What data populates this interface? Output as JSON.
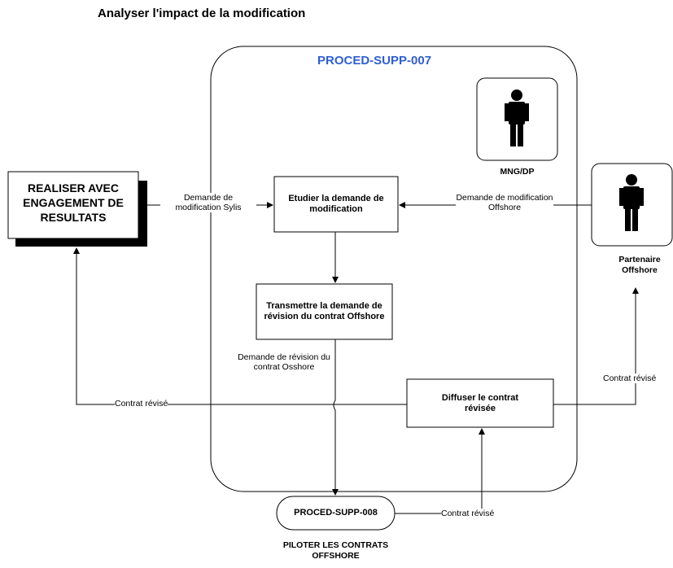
{
  "title": "Analyser l'impact de la modification",
  "process": {
    "id": "PROCED-SUPP-007"
  },
  "left_box": {
    "label": "REALISER AVEC ENGAGEMENT DE RESULTATS"
  },
  "actors": {
    "internal": {
      "label": "MNG/DP",
      "icon": "person-icon"
    },
    "partner": {
      "label": "Partenaire Offshore",
      "icon": "person-icon"
    }
  },
  "activities": {
    "study": "Etudier la demande de modification",
    "transmit": "Transmettre la demande de révision du contrat Offshore",
    "diffuse": "Diffuser le contrat révisée"
  },
  "external_process": {
    "id": "PROCED-SUPP-008",
    "label": "PILOTER LES CONTRATS OFFSHORE"
  },
  "flows": {
    "sylis": "Demande de modification Sylis",
    "offshore": "Demande de modification Offshore",
    "revision": "Demande de révision du contrat Osshore",
    "revise_left": "Contrat révisé",
    "revise_right": "Contrat révisé",
    "revise_bottom": "Contrat révisé"
  },
  "colors": {
    "process_title": "#2f5fd0",
    "line": "#000000"
  }
}
